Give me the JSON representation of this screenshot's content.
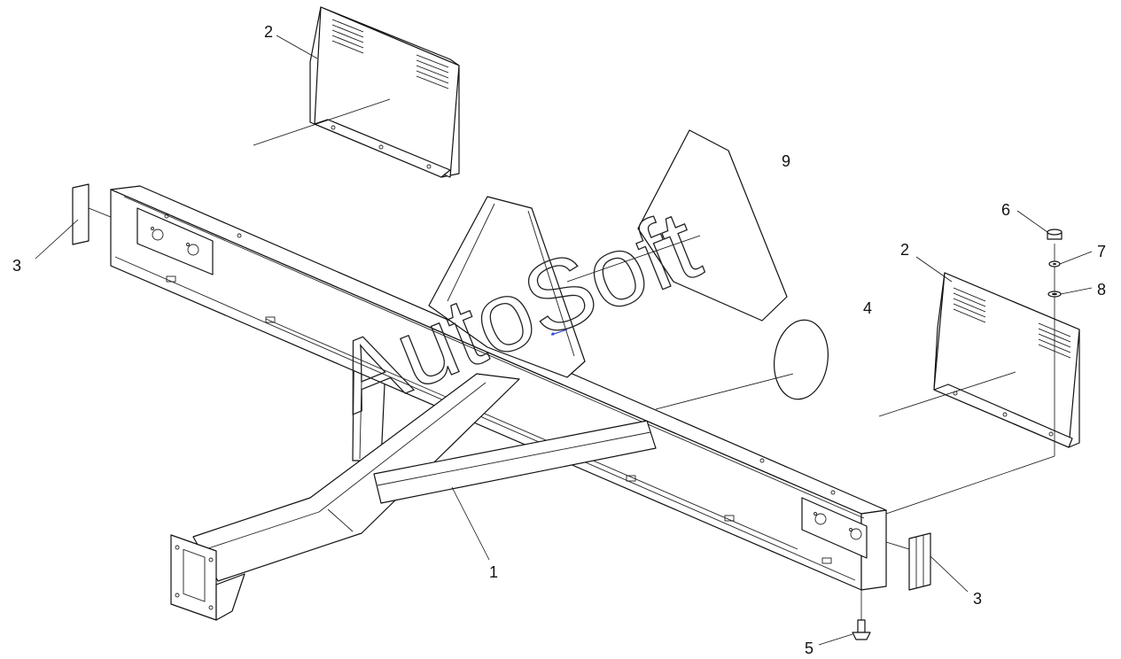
{
  "diagram": {
    "watermark": "AutoSoft",
    "callouts": [
      {
        "id": "c1",
        "label": "1"
      },
      {
        "id": "c2a",
        "label": "2"
      },
      {
        "id": "c2b",
        "label": "2"
      },
      {
        "id": "c3a",
        "label": "3"
      },
      {
        "id": "c3b",
        "label": "3"
      },
      {
        "id": "c4",
        "label": "4"
      },
      {
        "id": "c5",
        "label": "5"
      },
      {
        "id": "c6",
        "label": "6"
      },
      {
        "id": "c7",
        "label": "7"
      },
      {
        "id": "c8",
        "label": "8"
      },
      {
        "id": "c9",
        "label": "9"
      }
    ]
  }
}
